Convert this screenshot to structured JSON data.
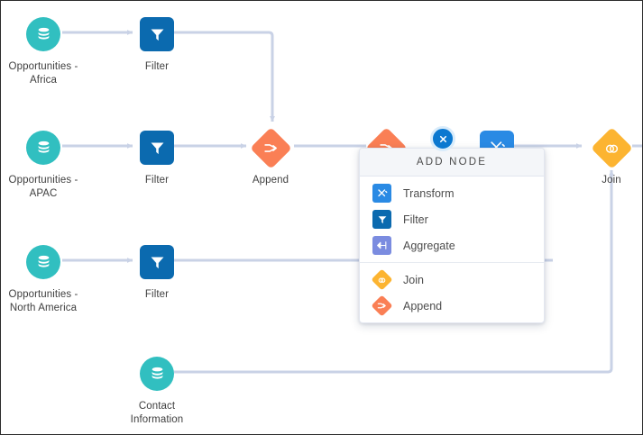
{
  "canvas": {
    "background": "#ffffff",
    "wire_color": "#c9d2e6",
    "border_color": "#2b2b2b"
  },
  "palette": {
    "dataset": "#31bfc0",
    "filter": "#0b6aaf",
    "transform": "#2a8ae4",
    "aggregate": "#7b8ce0",
    "append": "#fa7f55",
    "join": "#fcb431",
    "close_badge": "#0b78d0",
    "popup_header_bg": "#f4f6f9"
  },
  "nodes": {
    "dataset_africa": {
      "label": "Opportunities -\nAfrica",
      "icon": "database-icon"
    },
    "dataset_apac": {
      "label": "Opportunities -\nAPAC",
      "icon": "database-icon"
    },
    "dataset_north_america": {
      "label": "Opportunities -\nNorth America",
      "icon": "database-icon"
    },
    "dataset_contact": {
      "label": "Contact\nInformation",
      "icon": "database-icon"
    },
    "filter_africa": {
      "label": "Filter",
      "icon": "filter-icon"
    },
    "filter_apac": {
      "label": "Filter",
      "icon": "filter-icon"
    },
    "filter_north_america": {
      "label": "Filter",
      "icon": "filter-icon"
    },
    "append": {
      "label": "Append",
      "icon": "append-icon"
    },
    "join": {
      "label": "Join",
      "icon": "join-icon"
    },
    "hidden_append": {
      "label": "",
      "icon": "append-icon"
    },
    "hidden_transform": {
      "label": "",
      "icon": "transform-icon"
    }
  },
  "popup": {
    "title": "ADD NODE",
    "close_icon": "close-icon",
    "groups": [
      {
        "items": [
          {
            "label": "Transform",
            "icon": "transform-icon"
          },
          {
            "label": "Filter",
            "icon": "filter-icon"
          },
          {
            "label": "Aggregate",
            "icon": "aggregate-icon"
          }
        ]
      },
      {
        "items": [
          {
            "label": "Join",
            "icon": "join-icon"
          },
          {
            "label": "Append",
            "icon": "append-icon"
          }
        ]
      }
    ]
  }
}
